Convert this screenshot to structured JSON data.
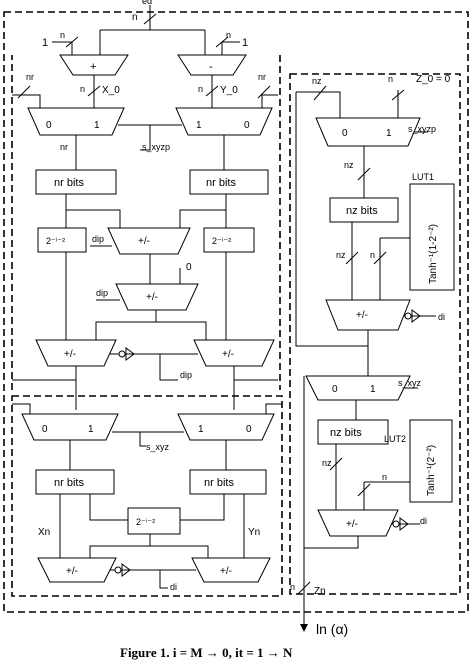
{
  "caption": "Figure 1.  i = M → 0, it = 1 → N",
  "output_label": "ln (α)",
  "top_input": "n",
  "cut_top_label": "eα",
  "const_one_left": "1",
  "const_one_right": "1",
  "bus_n": "n",
  "add_op": "+",
  "sub_op": "-",
  "x0": "X_0",
  "y0": "Y_0",
  "nr": "nr",
  "nz": "nz",
  "z0": "Z_0 = 0",
  "mux0": "0",
  "mux1": "1",
  "s_xyzp": "s_xyzp",
  "s_xyz": "s_xyz",
  "nr_bits": "nr bits",
  "nz_bits": "nz bits",
  "shift_a": "2⁻ⁱ⁻²",
  "shift_b": "2⁻ⁱ⁻²",
  "shift_c": "2⁻ⁱ⁻²",
  "dip": "dip",
  "di": "di",
  "zero": "0",
  "addsub": "+/-",
  "xn": "Xn",
  "yn": "Yn",
  "zn": "Zn",
  "lut1": "LUT1",
  "lut2": "LUT2",
  "lut1_fn": "Tanh⁻¹(1-2⁻²)",
  "lut2_fn": "Tanh⁻¹(2⁻²)"
}
